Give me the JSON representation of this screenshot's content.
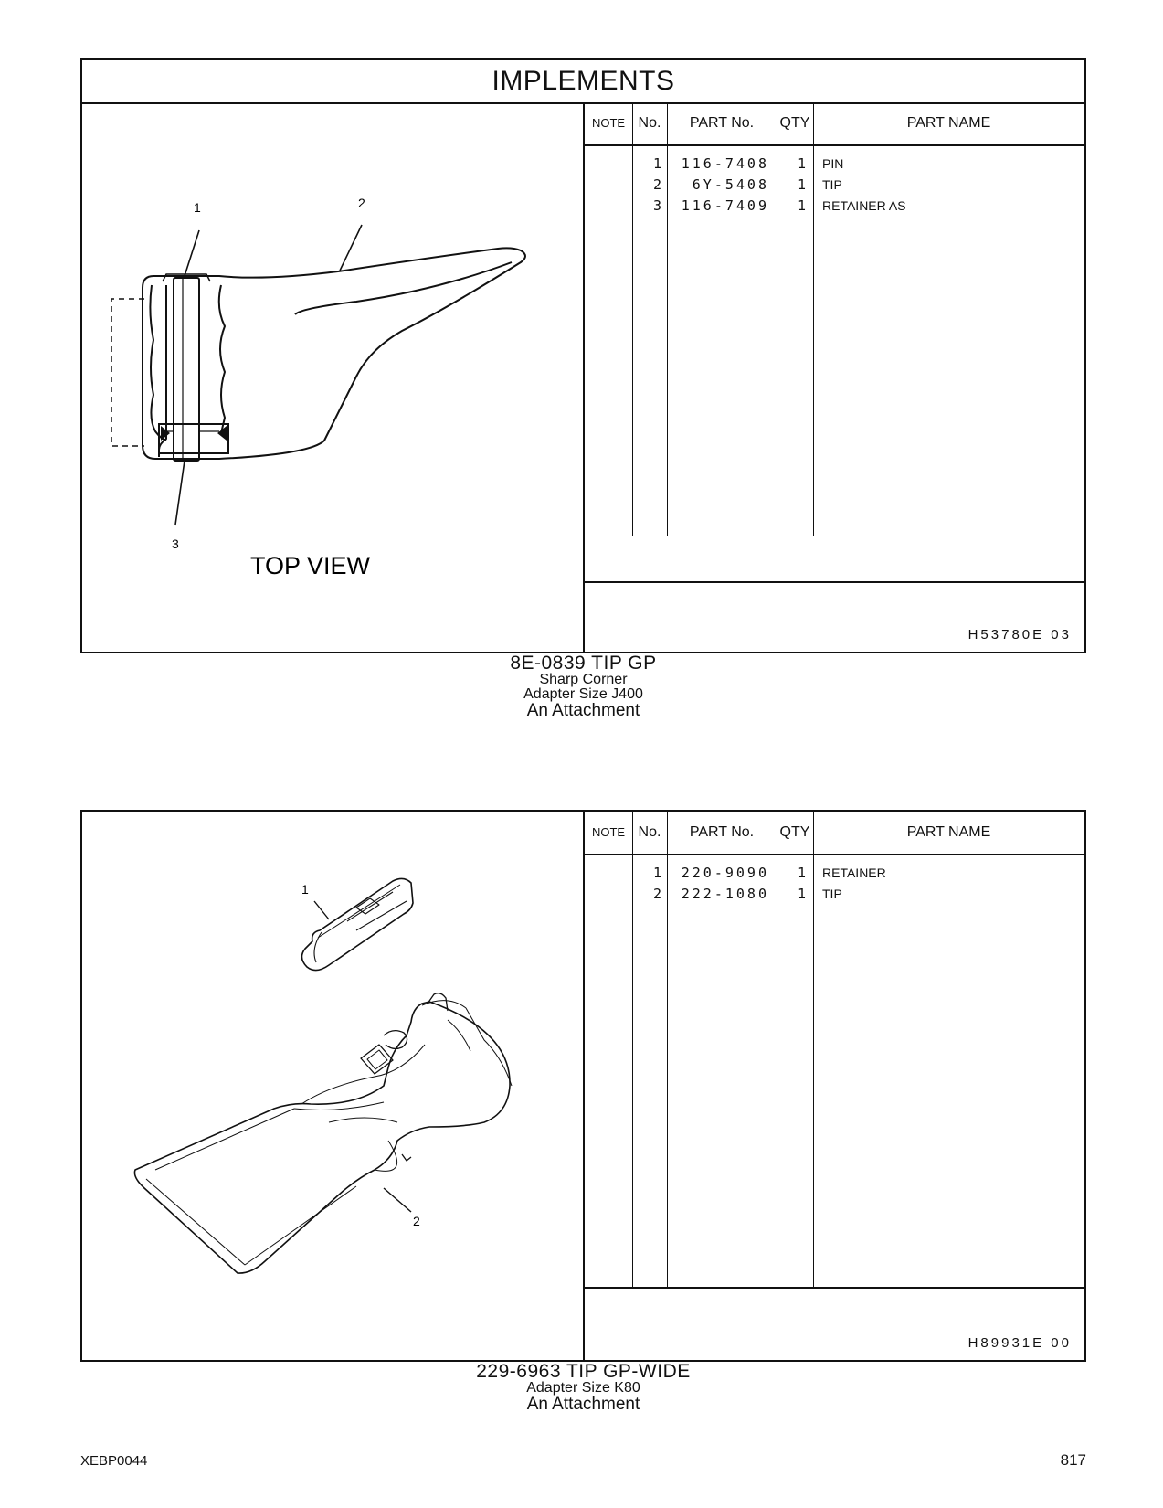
{
  "section_title": "IMPLEMENTS",
  "table_headers": {
    "note": "NOTE",
    "no": "No.",
    "part_no": "PART No.",
    "qty": "QTY",
    "part_name": "PART NAME"
  },
  "group1": {
    "parts": [
      {
        "no": "1",
        "part_no": "116-7408",
        "qty": "1",
        "name": "PIN"
      },
      {
        "no": "2",
        "part_no": "6Y-5408",
        "qty": "1",
        "name": "TIP"
      },
      {
        "no": "3",
        "part_no": "116-7409",
        "qty": "1",
        "name": "RETAINER AS"
      }
    ],
    "illustration_ref": "H53780E  03",
    "view_label": "TOP VIEW",
    "callouts": [
      "1",
      "2",
      "3"
    ],
    "caption_title": "8E-0839  TIP  GP",
    "caption_line2": "Sharp  Corner",
    "caption_line3": "Adapter Size J400",
    "caption_line4": "An Attachment"
  },
  "group2": {
    "parts": [
      {
        "no": "1",
        "part_no": "220-9090",
        "qty": "1",
        "name": "RETAINER"
      },
      {
        "no": "2",
        "part_no": "222-1080",
        "qty": "1",
        "name": "TIP"
      }
    ],
    "illustration_ref": "H89931E  00",
    "callouts": [
      "1",
      "2"
    ],
    "caption_title": "229-6963  TIP  GP-WIDE",
    "caption_line2": "Adapter Size K80",
    "caption_line3": "An Attachment"
  },
  "document_code": "XEBP0044",
  "page_number": "817"
}
